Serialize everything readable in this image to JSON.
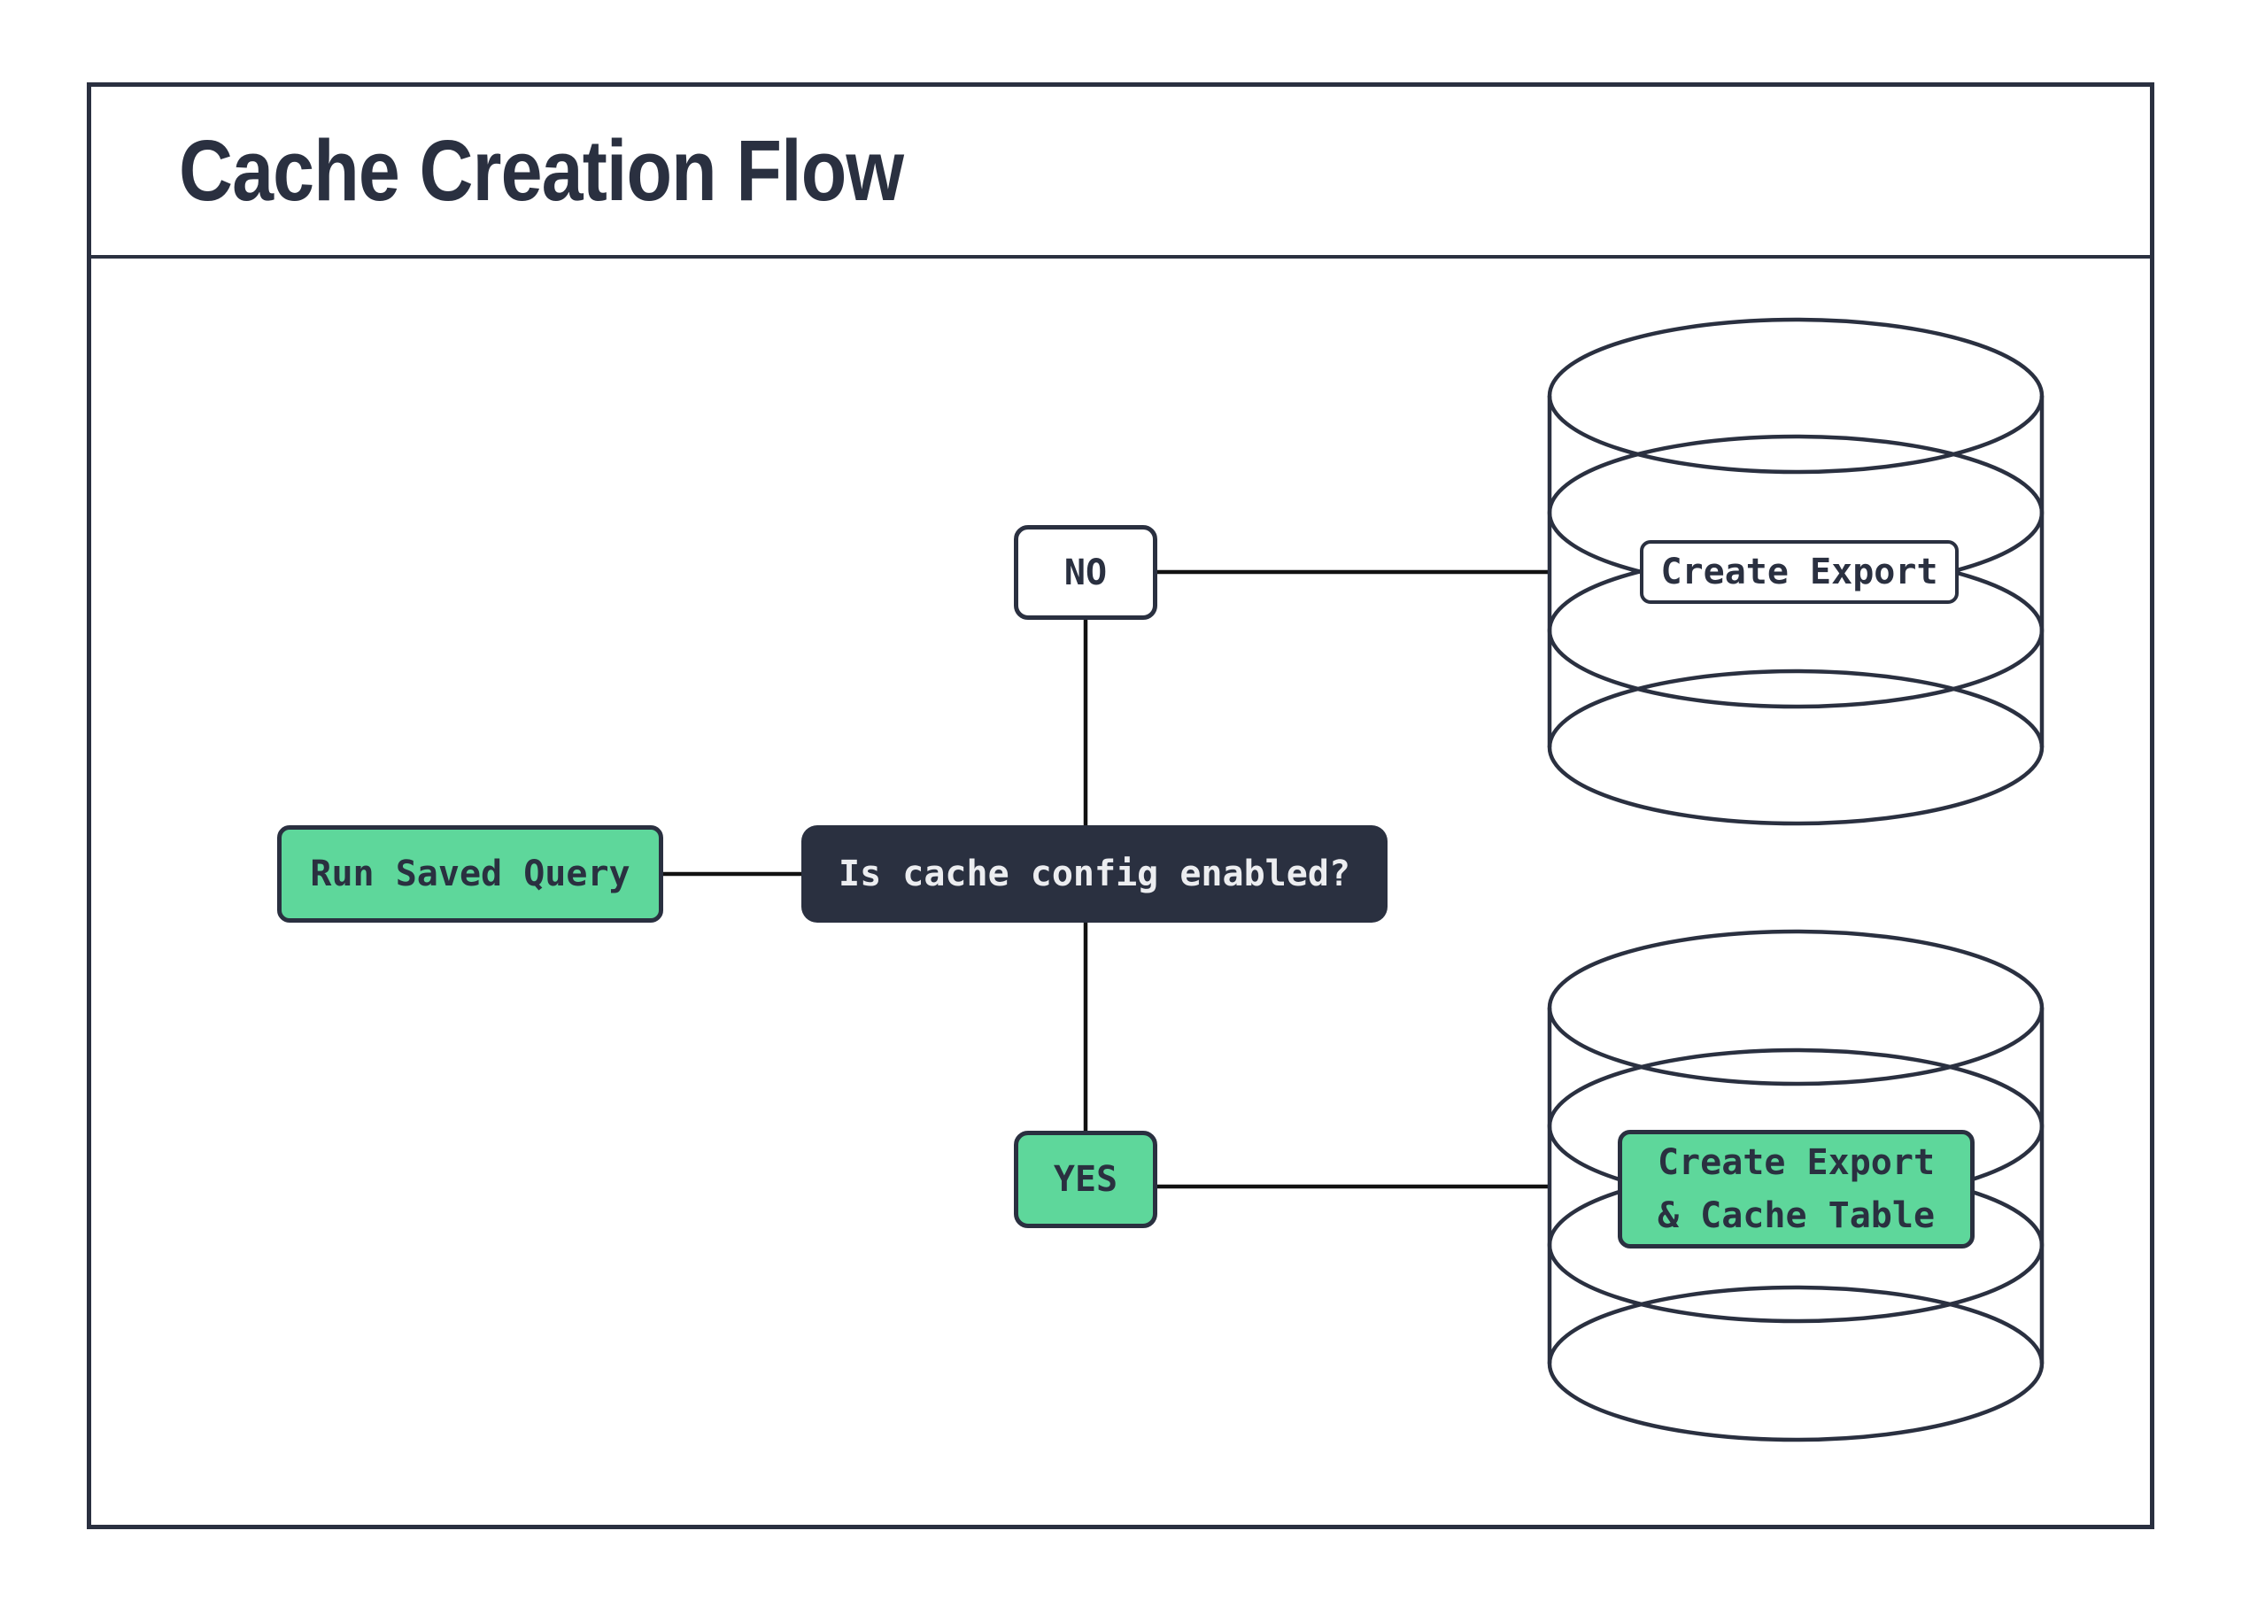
{
  "title": "Cache Creation Flow",
  "palette": {
    "ink": "#2A3040",
    "connector_black": "#111111",
    "green": "#5ED79B",
    "box_white": "#FFFFFF",
    "decision_text": "#ECEDF0",
    "background": "#FFFFFF"
  },
  "nodes": {
    "start": {
      "label": "Run Saved Query"
    },
    "decision": {
      "label": "Is cache config enabled?"
    },
    "branch_no": {
      "label": "NO"
    },
    "branch_yes": {
      "label": "YES"
    },
    "export_only": {
      "label": "Create Export"
    },
    "export_and_cache": {
      "line1": "Create Export",
      "line2": "& Cache Table"
    }
  },
  "icons": {
    "no_branch_target": "database-cylinder-icon",
    "yes_branch_target": "database-cylinder-icon"
  }
}
